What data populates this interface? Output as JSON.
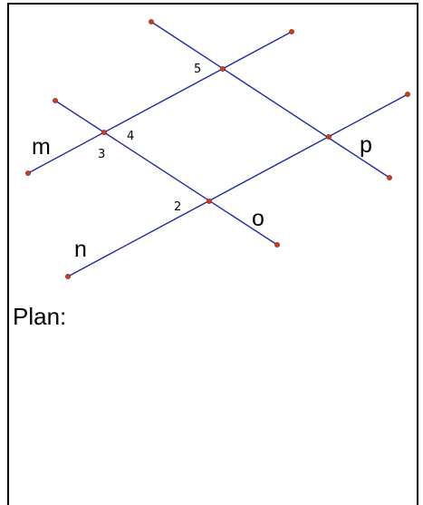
{
  "diagram": {
    "line_names": {
      "m": "m",
      "n": "n",
      "o": "o",
      "p": "p"
    },
    "angle_numbers": {
      "a2": "2",
      "a3": "3",
      "a4": "4",
      "a5": "5"
    },
    "colors": {
      "line": "#1f2aa8",
      "point_fill": "#d33a1c",
      "point_stroke": "#7a1a08",
      "border": "#000000"
    }
  },
  "worksheet": {
    "plan_label": "Plan:"
  }
}
